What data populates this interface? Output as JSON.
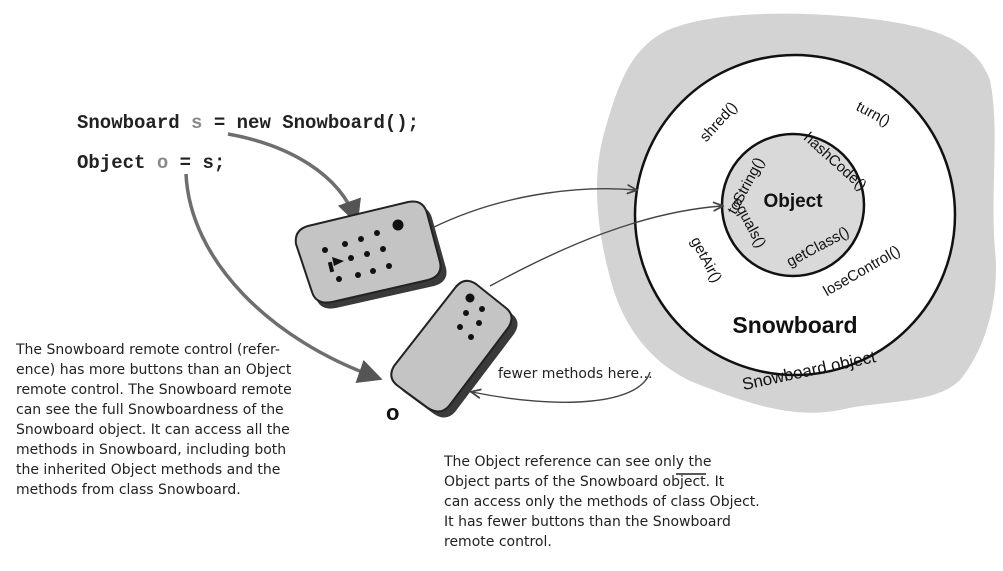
{
  "code": {
    "line1": {
      "type": "Snowboard",
      "var": "s",
      "rest": "= new Snowboard();"
    },
    "line2": {
      "type": "Object",
      "var": "o",
      "rest": "= s;"
    }
  },
  "object_diagram": {
    "inner_label": "Object",
    "inner_methods": [
      "toString()",
      "hashCode()",
      "equals()",
      "getClass()"
    ],
    "outer_label": "Snowboard",
    "outer_methods": [
      "shred()",
      "turn()",
      "getAir()",
      "loseControl()"
    ],
    "heap_label": "Snowboard object"
  },
  "reference_o_label": "o",
  "annotations": {
    "fewer_methods": "fewer methods here...",
    "snowboard_note": [
      "The Snowboard remote control (refer-",
      "ence) has more buttons than an Object",
      "remote control. The Snowboard remote",
      "can see the full Snowboardness of the",
      "Snowboard object. It can access all the",
      "methods in Snowboard, including both",
      "the inherited Object methods and the",
      "methods from class Snowboard."
    ],
    "object_note": [
      "The Object reference can see only the",
      "Object parts of the Snowboard object. It",
      "can access only the methods of class Object.",
      "It has fewer buttons than the Snowboard",
      "remote control."
    ]
  },
  "colors": {
    "heap_gray": "#d3d3d3",
    "remote_body": "#c2c2c2",
    "arrow_gray": "#6e6e6e"
  }
}
